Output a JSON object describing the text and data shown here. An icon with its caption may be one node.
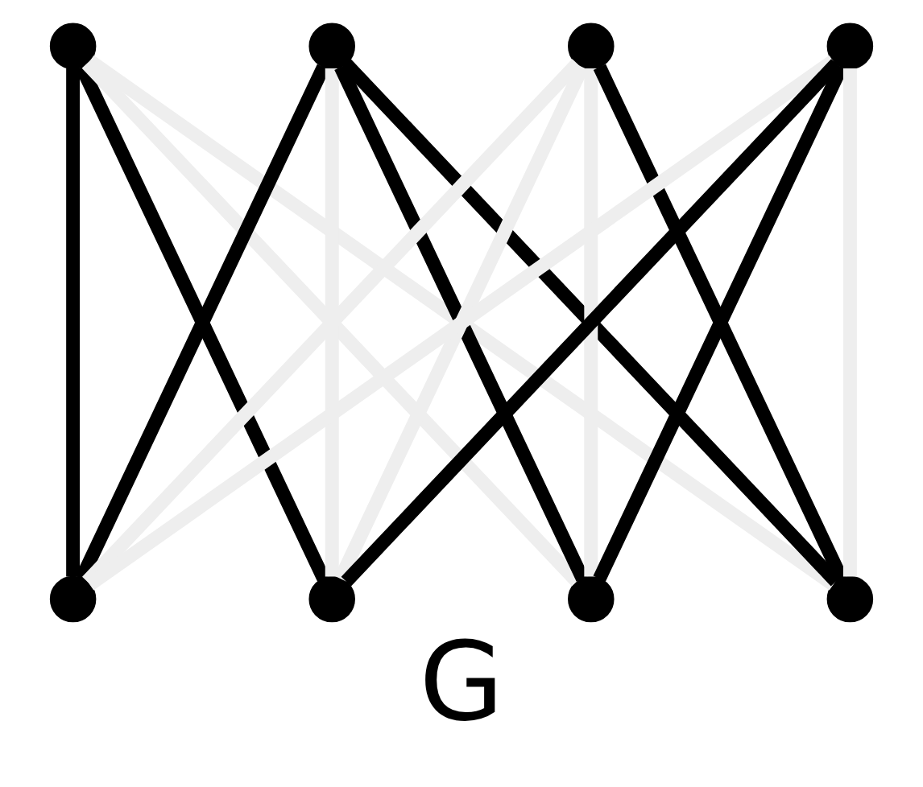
{
  "diagram": {
    "caption": "G",
    "nodes": [
      {
        "text": [],
        "shape": "circle"
      },
      {
        "text": [],
        "shape": "circle"
      },
      {
        "text": [],
        "shape": "circle"
      },
      {
        "text": [],
        "shape": "circle"
      },
      {
        "text": [],
        "shape": "circle"
      },
      {
        "text": [],
        "shape": "circle"
      },
      {
        "text": [],
        "shape": "circle"
      },
      {
        "text": [],
        "shape": "circle"
      }
    ],
    "edges": [
      {
        "from": 0,
        "to": 4,
        "arrow": "none"
      },
      {
        "from": 0,
        "to": 5,
        "arrow": "none"
      },
      {
        "from": 0,
        "to": 6,
        "arrow": "none",
        "color": "#eeeeee"
      },
      {
        "from": 0,
        "to": 7,
        "arrow": "none",
        "color": "#eeeeee"
      },
      {
        "from": 1,
        "to": 4,
        "arrow": "none"
      },
      {
        "from": 1,
        "to": 5,
        "arrow": "none",
        "color": "#eeeeee"
      },
      {
        "from": 1,
        "to": 6,
        "arrow": "none"
      },
      {
        "from": 1,
        "to": 7,
        "arrow": "none"
      },
      {
        "from": 2,
        "to": 4,
        "arrow": "none",
        "color": "#eeeeee"
      },
      {
        "from": 2,
        "to": 5,
        "arrow": "none",
        "color": "#eeeeee"
      },
      {
        "from": 2,
        "to": 6,
        "arrow": "none",
        "color": "#eeeeee"
      },
      {
        "from": 2,
        "to": 7,
        "arrow": "none"
      },
      {
        "from": 3,
        "to": 4,
        "arrow": "none",
        "color": "#eeeeee"
      },
      {
        "from": 3,
        "to": 5,
        "arrow": "none"
      },
      {
        "from": 3,
        "to": 6,
        "arrow": "none"
      },
      {
        "from": 3,
        "to": 7,
        "arrow": "none",
        "color": "#eeeeee"
      }
    ]
  }
}
